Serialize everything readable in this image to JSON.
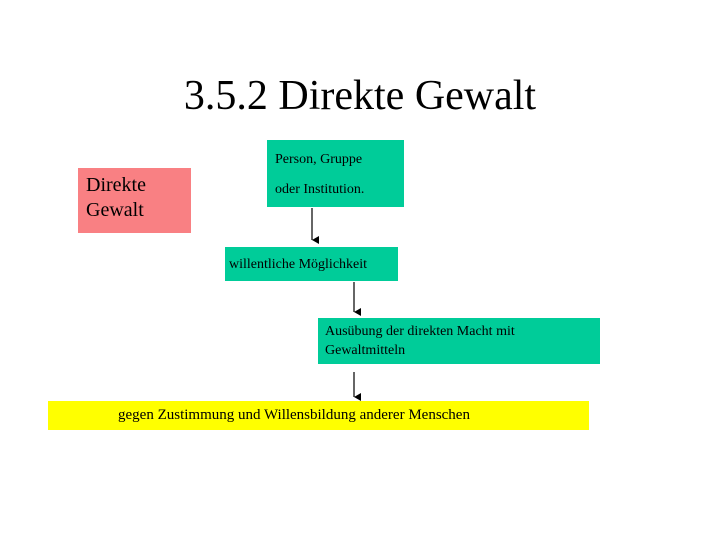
{
  "title": "3.5.2 Direkte Gewalt",
  "concept": {
    "line1": "Direkte",
    "line2": "Gewalt"
  },
  "flow": {
    "step1": {
      "line1": "Person, Gruppe",
      "line2": "oder Institution."
    },
    "step2": "willentliche Möglichkeit",
    "step3": {
      "line1": "Ausübung der direkten Macht mit",
      "line2": "Gewaltmitteln"
    },
    "step4": "gegen Zustimmung und Willensbildung anderer Menschen"
  },
  "colors": {
    "concept_box": "#f98083",
    "flow_box": "#00cc99",
    "result_box": "#ffff00"
  }
}
